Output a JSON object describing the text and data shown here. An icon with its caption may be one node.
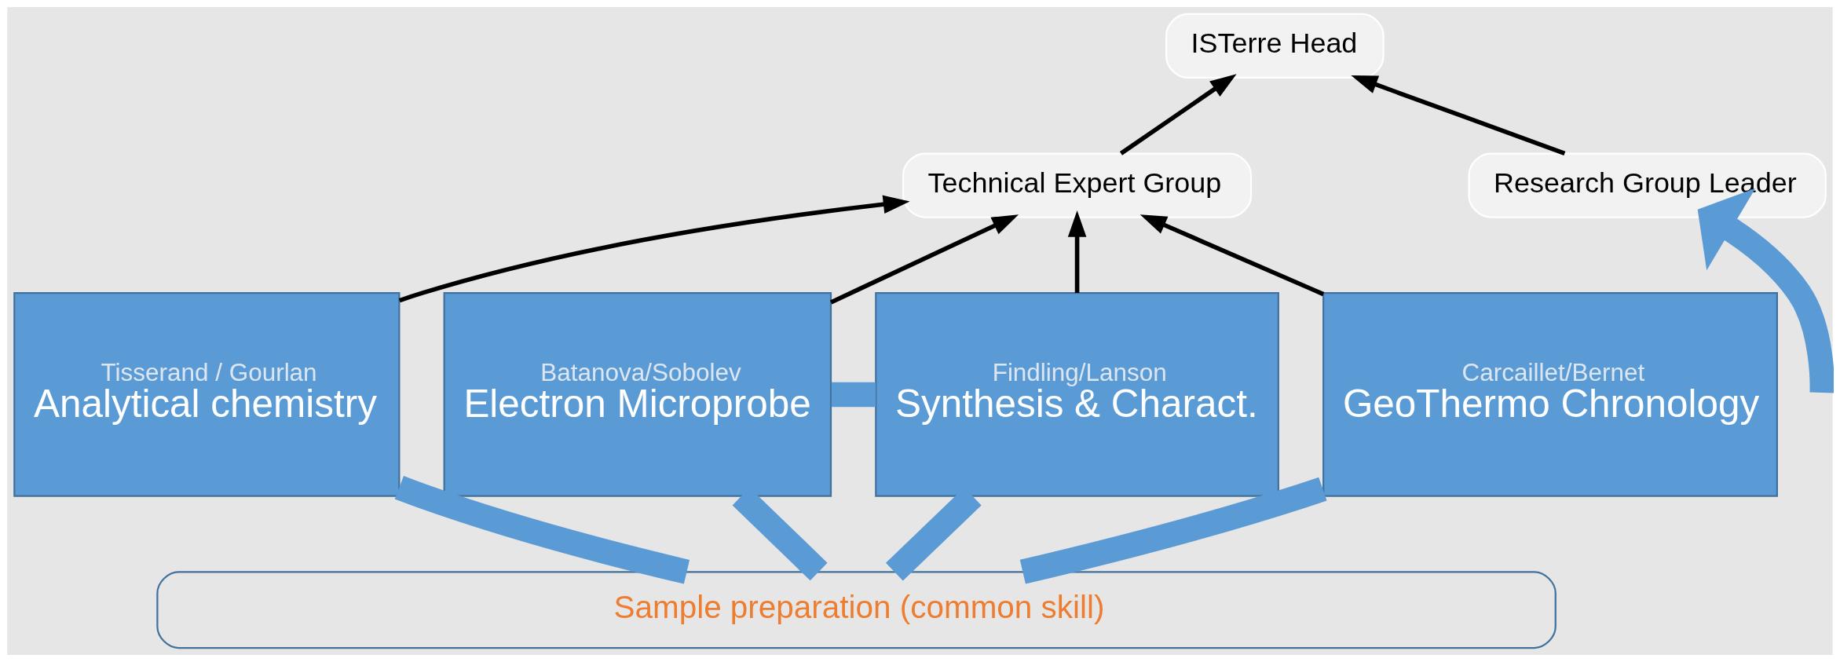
{
  "diagram": {
    "nodes": [
      {
        "text": [
          "ISTerre Head"
        ]
      },
      {
        "text": [
          "Technical Expert Group"
        ]
      },
      {
        "text": [
          "Research Group Leader"
        ]
      },
      {
        "text": [
          "Tisserand / Gourlan",
          "Analytical chemistry"
        ]
      },
      {
        "text": [
          "Batanova/Sobolev",
          "Electron Microprobe"
        ]
      },
      {
        "text": [
          "Findling/Lanson",
          "Synthesis & Charact."
        ]
      },
      {
        "text": [
          "Carcaillet/Bernet",
          "GeoThermo Chronology"
        ]
      },
      {
        "text": [
          "Sample preparation (common skill)"
        ]
      }
    ],
    "edges": [
      {
        "from": 3,
        "to": 1,
        "arrow": "to"
      },
      {
        "from": 4,
        "to": 1,
        "arrow": "to"
      },
      {
        "from": 5,
        "to": 1,
        "arrow": "to"
      },
      {
        "from": 6,
        "to": 1,
        "arrow": "to"
      },
      {
        "from": 1,
        "to": 0,
        "arrow": "to"
      },
      {
        "from": 2,
        "to": 0,
        "arrow": "to"
      },
      {
        "from": null,
        "to": 2,
        "arrow": "to",
        "style": "thick",
        "color": "#5b9bd5"
      },
      {
        "from": 4,
        "to": 5,
        "arrow": "none",
        "style": "thick",
        "color": "#5b9bd5"
      },
      {
        "from": 3,
        "to": 7,
        "arrow": "none",
        "style": "thick",
        "color": "#5b9bd5"
      },
      {
        "from": 4,
        "to": 7,
        "arrow": "none",
        "style": "thick",
        "color": "#5b9bd5"
      },
      {
        "from": 5,
        "to": 7,
        "arrow": "none",
        "style": "thick",
        "color": "#5b9bd5"
      },
      {
        "from": 6,
        "to": 7,
        "arrow": "none",
        "style": "thick",
        "color": "#5b9bd5"
      }
    ]
  }
}
